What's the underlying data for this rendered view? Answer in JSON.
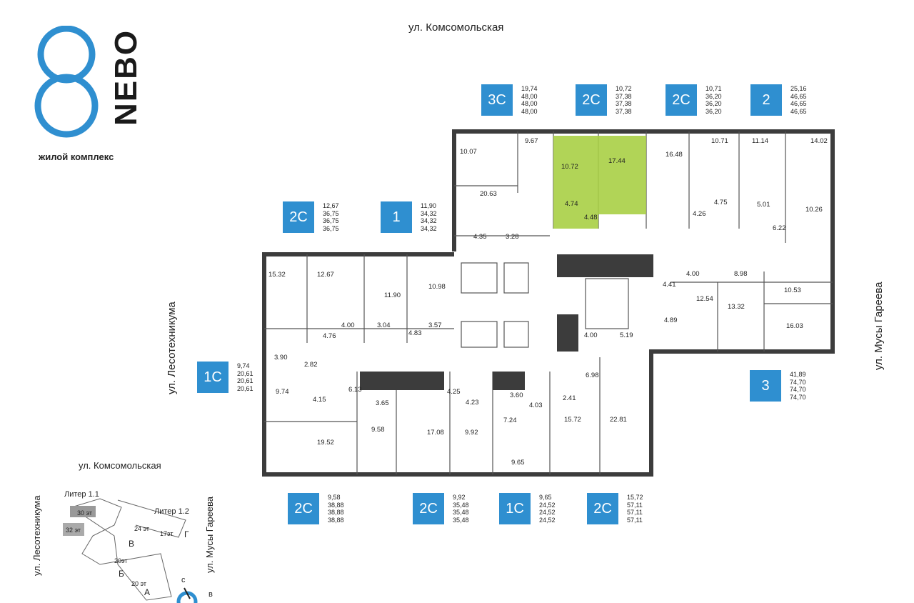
{
  "logo": {
    "brand": "NEBO",
    "subtitle": "жилой комплекс",
    "mark": "8"
  },
  "streets": {
    "top": "ул. Комсомольская",
    "left": "ул. Лесотехникума",
    "right": "ул. Мусы Гареева"
  },
  "apartments": [
    {
      "type": "3С",
      "values": [
        "19,74",
        "48,00",
        "48,00",
        "48,00"
      ]
    },
    {
      "type": "2С",
      "values": [
        "10,72",
        "37,38",
        "37,38",
        "37,38"
      ]
    },
    {
      "type": "2С",
      "values": [
        "10,71",
        "36,20",
        "36,20",
        "36,20"
      ]
    },
    {
      "type": "2",
      "values": [
        "25,16",
        "46,65",
        "46,65",
        "46,65"
      ]
    },
    {
      "type": "2С",
      "values": [
        "12,67",
        "36,75",
        "36,75",
        "36,75"
      ]
    },
    {
      "type": "1",
      "values": [
        "11,90",
        "34,32",
        "34,32",
        "34,32"
      ]
    },
    {
      "type": "1С",
      "values": [
        "9,74",
        "20,61",
        "20,61",
        "20,61"
      ]
    },
    {
      "type": "3",
      "values": [
        "41,89",
        "74,70",
        "74,70",
        "74,70"
      ]
    },
    {
      "type": "2С",
      "values": [
        "9,58",
        "38,88",
        "38,88",
        "38,88"
      ]
    },
    {
      "type": "2С",
      "values": [
        "9,92",
        "35,48",
        "35,48",
        "35,48"
      ]
    },
    {
      "type": "1С",
      "values": [
        "9,65",
        "24,52",
        "24,52",
        "24,52"
      ]
    },
    {
      "type": "2С",
      "values": [
        "15,72",
        "57,11",
        "57,11",
        "57,11"
      ]
    }
  ],
  "rooms": [
    "10.07",
    "9.67",
    "10.72",
    "17.44",
    "16.48",
    "10.71",
    "11.14",
    "14.02",
    "20.63",
    "4.74",
    "4.48",
    "4.26",
    "4.75",
    "5.01",
    "10.26",
    "6.22",
    "4.35",
    "3.28",
    "15.32",
    "12.67",
    "11.90",
    "10.98",
    "4.00",
    "8.98",
    "4.41",
    "10.53",
    "12.54",
    "13.32",
    "16.03",
    "4.89",
    "4.00",
    "4.76",
    "4.00",
    "3.04",
    "4.83",
    "3.57",
    "5.19",
    "3.90",
    "2.82",
    "6.98",
    "9.74",
    "6.13",
    "4.15",
    "3.65",
    "4.25",
    "4.23",
    "3.60",
    "4.03",
    "2.41",
    "22.81",
    "15.72",
    "19.52",
    "9.58",
    "17.08",
    "9.92",
    "7.24",
    "9.65"
  ],
  "site_map": {
    "street_top": "ул. Комсомольская",
    "street_left": "ул. Лесотехникума",
    "street_right": "ул. Мусы Гареева",
    "liter_1_1": "Литер 1.1",
    "liter_1_2": "Литер 1.2",
    "floors": [
      "30 эт",
      "32 эт",
      "24 эт",
      "17эт",
      "20эт",
      "20 эт"
    ],
    "sections": [
      "В",
      "Г",
      "Б",
      "А"
    ],
    "compass_n": "с",
    "compass_e": "в"
  },
  "colors": {
    "accent": "#2f8fd0",
    "highlight": "#a8cf45",
    "wall": "#3c3c3c"
  }
}
